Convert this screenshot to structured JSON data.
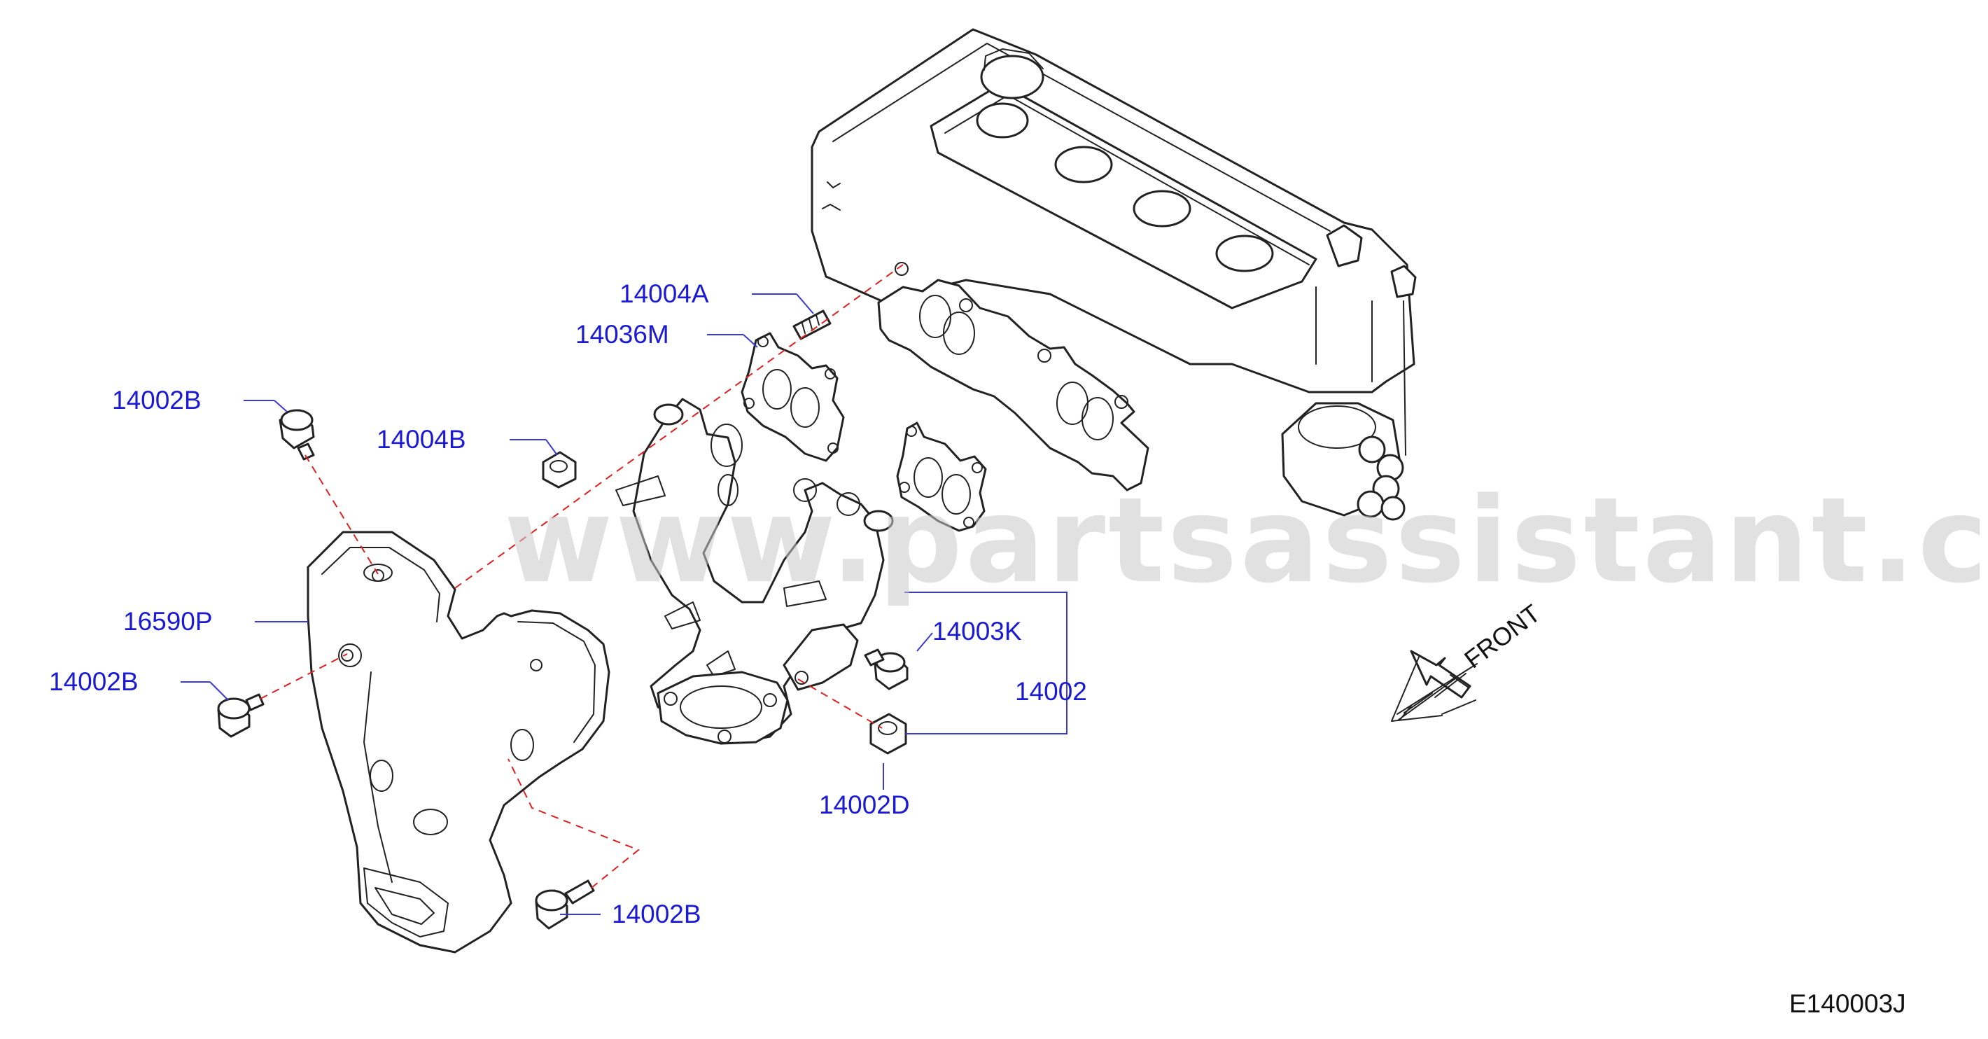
{
  "watermark": "www.partsassistant.com",
  "diagram_code": "E140003J",
  "front_label": "FRONT",
  "parts": {
    "stud_14004A": "14004A",
    "gasket_14036M": "14036M",
    "bolt_14002B_top": "14002B",
    "nut_14004B": "14004B",
    "heat_insulator_16590P": "16590P",
    "bolt_14002B_left": "14002B",
    "bolt_14003K": "14003K",
    "manifold_14002": "14002",
    "nut_14002D": "14002D",
    "bolt_14002B_bottom": "14002B"
  }
}
